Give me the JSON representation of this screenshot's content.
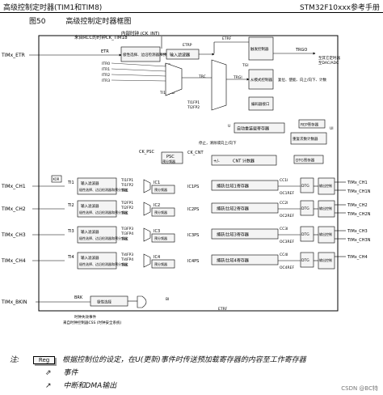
{
  "header": {
    "left": "高级控制定时器(TIM1和TIM8)",
    "right": "STM32F10xxx参考手册"
  },
  "figure": {
    "number": "图50",
    "title": "高级控制定时器框图"
  },
  "clocks": {
    "rcc": "来自RCC的时钟CK_TIM18",
    "internal": "内部时钟 (CK_INT)",
    "ck_psc": "CK_PSC",
    "ck_cnt": "CK_CNT"
  },
  "inputs": {
    "etr": "TIMx_ETR",
    "ch1": "TIMx_CH1",
    "ch2": "TIMx_CH2",
    "ch3": "TIMx_CH3",
    "ch4": "TIMx_CH4",
    "bkin": "TIMx_BKIN",
    "etr_label": "ETR",
    "etrp": "ETRP",
    "etrf": "ETRF",
    "itr0": "ITR0",
    "itr1": "ITR1",
    "itr2": "ITR2",
    "itr3": "ITR3",
    "itr": "ITR",
    "tgi": "TGI",
    "trc": "TRC",
    "ti1f_ed": "TI1F_ED",
    "trgi": "TRGI",
    "ti1fp1": "TI1FP1",
    "ti2fp2": "TI2FP2",
    "trgo": "TRGO",
    "brk": "BRK",
    "bi": "BI",
    "xor": "XOR"
  },
  "blocks": {
    "polarity": "极性选择、边沿检测器和预分频器",
    "input_filter": "输入滤波器",
    "trigger_ctrl": "触发控制器",
    "slave_ctrl": "从模式控制器",
    "encoder": "编码器接口",
    "reset": "复位、使能、向上/向下、计数",
    "auto_reload": "自动重装载寄存器",
    "stop_clear": "停止，清除或向上/向下",
    "psc": "PSC",
    "psc_label": "预分频器",
    "cnt": "CNT 计数器",
    "rep_reg": "REP寄存器",
    "rep_counter": "重复次数计数器",
    "dtg_reg": "DTG寄存器",
    "dtg": "DTG",
    "output_ctrl": "输出控制",
    "capture_compare": "捕获/比较寄存器",
    "cc1": "捕获/比较1寄存器",
    "cc2": "捕获/比较2寄存器",
    "cc3": "捕获/比较3寄存器",
    "cc4": "捕获/比较4寄存器",
    "polarity_sel": "极性选择",
    "clock_fail": "时钟失效事件",
    "clock_src": "来自时钟控制器CSS (时钟安全系统)",
    "to_other": "至其它定时器",
    "to_dac": "至DAC/ADC"
  },
  "channels": [
    {
      "ti": "TI1",
      "fp1": "TI1FP1",
      "fp2": "TI1FP2",
      "trc": "TRC",
      "ic": "IC1",
      "icps": "IC1PS",
      "ccf": "CC1I",
      "oc": "OC1REF",
      "out1": "TIMx_CH1",
      "out2": "TIMx_CH1N",
      "ocn": "OC1",
      "ocnn": "OC1N"
    },
    {
      "ti": "TI2",
      "fp1": "TI2FP1",
      "fp2": "TI2FP2",
      "trc": "TRC",
      "ic": "IC2",
      "icps": "IC2PS",
      "ccf": "CC2I",
      "oc": "OC2REF",
      "out1": "TIMx_CH2",
      "out2": "TIMx_CH2N",
      "ocn": "OC2",
      "ocnn": "OC2N"
    },
    {
      "ti": "TI3",
      "fp1": "TI3FP3",
      "fp2": "TI3FP4",
      "trc": "TRC",
      "ic": "IC3",
      "icps": "IC3PS",
      "ccf": "CC3I",
      "oc": "OC3REF",
      "out1": "TIMx_CH3",
      "out2": "TIMx_CH3N",
      "ocn": "OC3",
      "ocnn": "OC3N"
    },
    {
      "ti": "TI4",
      "fp1": "TI4FP3",
      "fp2": "TI4FP4",
      "trc": "TRC",
      "ic": "IC4",
      "icps": "IC4PS",
      "ccf": "CC4I",
      "oc": "OC4REF",
      "out1": "TIMx_CH4",
      "out2": "",
      "ocn": "OC4",
      "ocnn": ""
    }
  ],
  "misc": {
    "u": "U",
    "ui": "UI",
    "ui2": "U",
    "etrf_bottom": "ETRF",
    "plus": "+/-"
  },
  "notes": {
    "prefix": "注:",
    "reg": "Reg",
    "line1": "根据控制位的设定，在U(更新)事件时传送预加载寄存器的内容至工作寄存器",
    "line2": "事件",
    "line3": "中断和DMA输出"
  },
  "watermark": "CSDN @BC特"
}
